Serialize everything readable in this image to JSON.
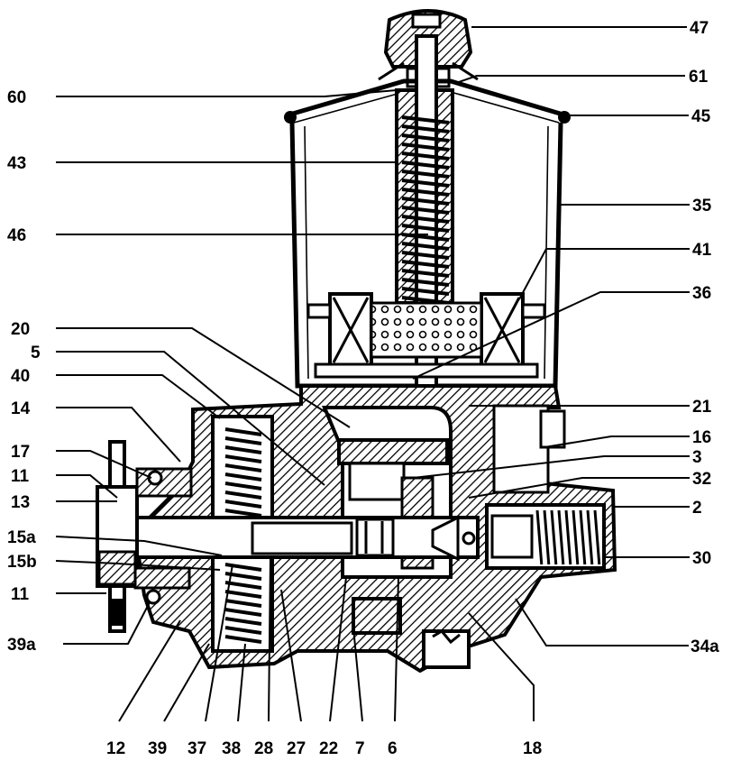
{
  "labels": {
    "l47": "47",
    "l61": "61",
    "l60": "60",
    "l45": "45",
    "l43": "43",
    "l35": "35",
    "l46": "46",
    "l41": "41",
    "l36": "36",
    "l20": "20",
    "l5": "5",
    "l40": "40",
    "l14": "14",
    "l21": "21",
    "l16": "16",
    "l17": "17",
    "l3": "3",
    "l11a": "11",
    "l32": "32",
    "l13": "13",
    "l2": "2",
    "l15a": "15a",
    "l15b": "15b",
    "l30": "30",
    "l11b": "11",
    "l39a": "39a",
    "l34a": "34a",
    "l12": "12",
    "l39": "39",
    "l37": "37",
    "l38": "38",
    "l28": "28",
    "l27": "27",
    "l22": "22",
    "l7": "7",
    "l6": "6",
    "l18": "18"
  }
}
